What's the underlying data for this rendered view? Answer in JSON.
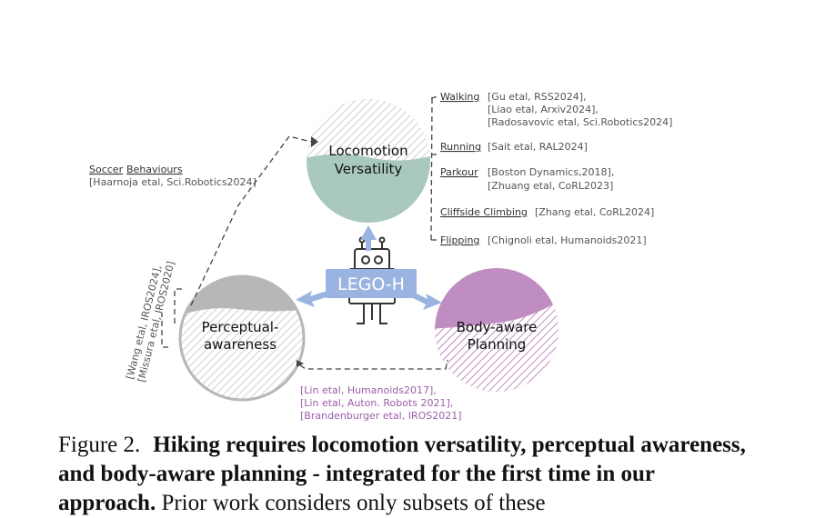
{
  "figure": {
    "circles": {
      "locomotion": {
        "line1": "Locomotion",
        "line2": "Versatility",
        "color": "#a9c9bf"
      },
      "perceptual": {
        "line1": "Perceptual-",
        "line2": "awareness",
        "color": "#b8b6b6"
      },
      "planning": {
        "line1": "Body-aware",
        "line2": "Planning",
        "color": "#c08dc2"
      }
    },
    "center": {
      "name": "LEGO-H",
      "box_color": "#9bb3e0",
      "arrow_color": "#9bb3e0"
    },
    "locomotion_refs": [
      {
        "skill": "Walking",
        "lines": [
          "[Gu etal, RSS2024],",
          "[Liao etal, Arxiv2024],",
          "[Radosavovic etal, Sci.Robotics2024]"
        ]
      },
      {
        "skill": "Running",
        "lines": [
          "[Sait etal, RAL2024]"
        ]
      },
      {
        "skill": "Parkour",
        "lines": [
          "[Boston Dynamics,2018],",
          "[Zhuang etal, CoRL2023]"
        ]
      },
      {
        "skill": "Cliffside Climbing",
        "lines": [
          "[Zhang etal, CoRL2024]"
        ]
      },
      {
        "skill": "Flipping",
        "lines": [
          "[Chignoli etal, Humanoids2021]"
        ]
      }
    ],
    "soccer": {
      "label_a": "Soccer",
      "label_b": "Behaviours",
      "ref": "[Haarnoja etal, Sci.Robotics2024]"
    },
    "perception_refs": [
      "[Wang etal, IROS2024],",
      "[Missura etal, IROS2020]"
    ],
    "planning_refs": [
      "[Lin etal, Humanoids2017],",
      "[Lin etal, Auton. Robots 2021],",
      "[Brandenburger etal, IROS2021]"
    ]
  },
  "caption": {
    "label": "Figure 2.",
    "bold": "Hiking requires locomotion versatility, perceptual awareness, and body-aware planning - integrated for the first time in our approach.",
    "rest": "Prior work considers only subsets of these"
  }
}
